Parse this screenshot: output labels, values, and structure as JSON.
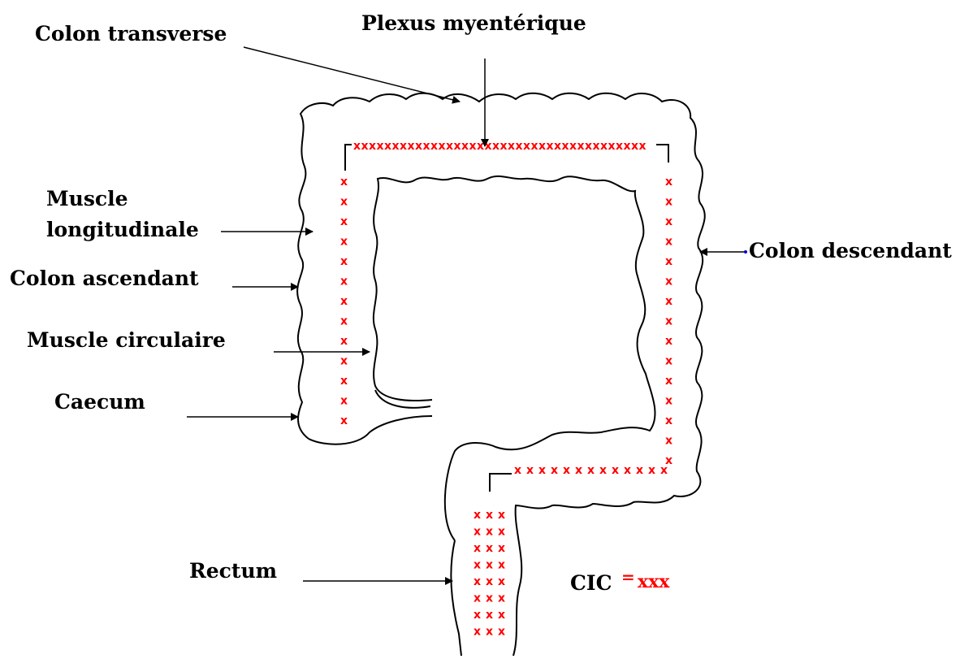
{
  "labels": {
    "colon_transverse": "Colon transverse",
    "plexus_myenterique": "Plexus myentérique",
    "muscle_longitudinale_line1": "Muscle",
    "muscle_longitudinale_line2": "longitudinale",
    "colon_ascendant": "Colon ascendant",
    "muscle_circulaire": "Muscle circulaire",
    "caecum": "Caecum",
    "colon_descendant": "Colon descendant",
    "rectum": "Rectum"
  },
  "legend": {
    "key": "CIC",
    "equals": "=",
    "symbol": "xxx"
  },
  "colors": {
    "outline": "#000000",
    "plexus": "#ff0000",
    "descendant_arrow_tip": "#0000cc"
  }
}
